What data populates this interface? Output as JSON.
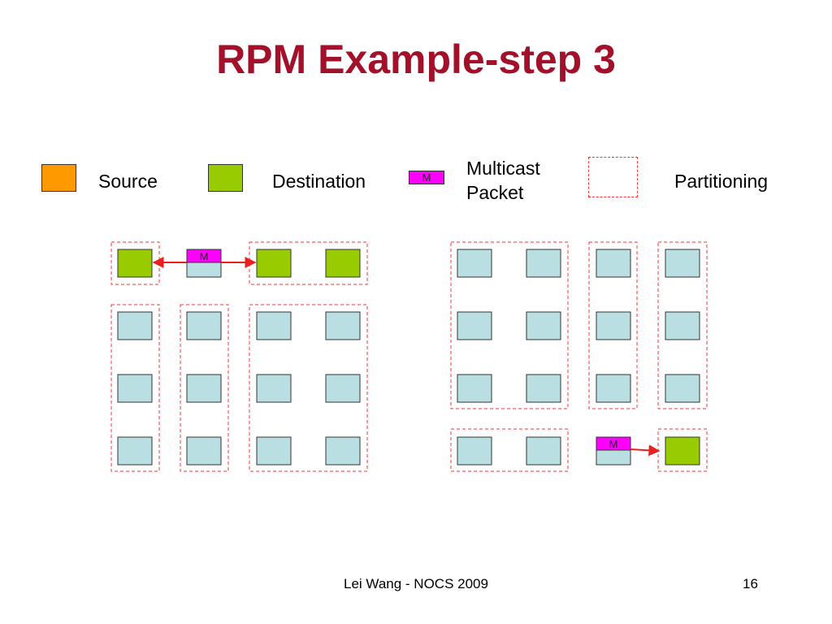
{
  "slide": {
    "title": "RPM Example-step 3",
    "footer_text": "Lei Wang - NOCS 2009",
    "page_number": "16"
  },
  "legend": {
    "source_label": "Source",
    "destination_label": "Destination",
    "multicast_line1": "Multicast",
    "multicast_line2": "Packet",
    "packet_marker": "M",
    "partitioning_label": "Partitioning"
  },
  "colors": {
    "title": "#a3102a",
    "source": "#ff9900",
    "destination": "#99cc00",
    "node": "#b9dfe3",
    "packet": "#ff00ff",
    "partition_border": "#ff3333",
    "arrow": "#e8211f"
  },
  "diagram": {
    "packet_marker": "M"
  }
}
